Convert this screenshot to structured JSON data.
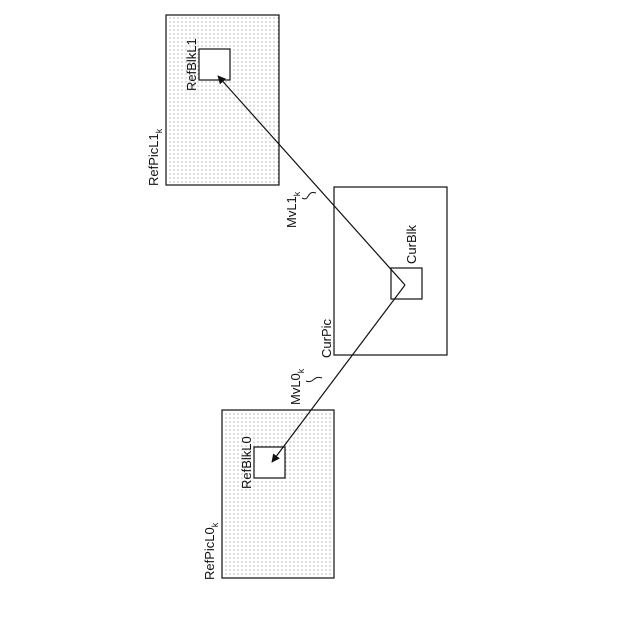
{
  "colors": {
    "ink": "#111111",
    "dots": "#8a8a8a",
    "background": "#ffffff"
  },
  "labels": {
    "ref_pic_l1": {
      "base": "RefPicL1",
      "sub": "k"
    },
    "ref_blk_l1": "RefBlkL1",
    "mv_l1": {
      "base": "MvL1",
      "sub": "k"
    },
    "cur_pic": "CurPic",
    "cur_blk": "CurBlk",
    "mv_l0": {
      "base": "MvL0",
      "sub": "k"
    },
    "ref_blk_l0": "RefBlkL0",
    "ref_pic_l0": {
      "base": "RefPicL0",
      "sub": "k"
    }
  }
}
